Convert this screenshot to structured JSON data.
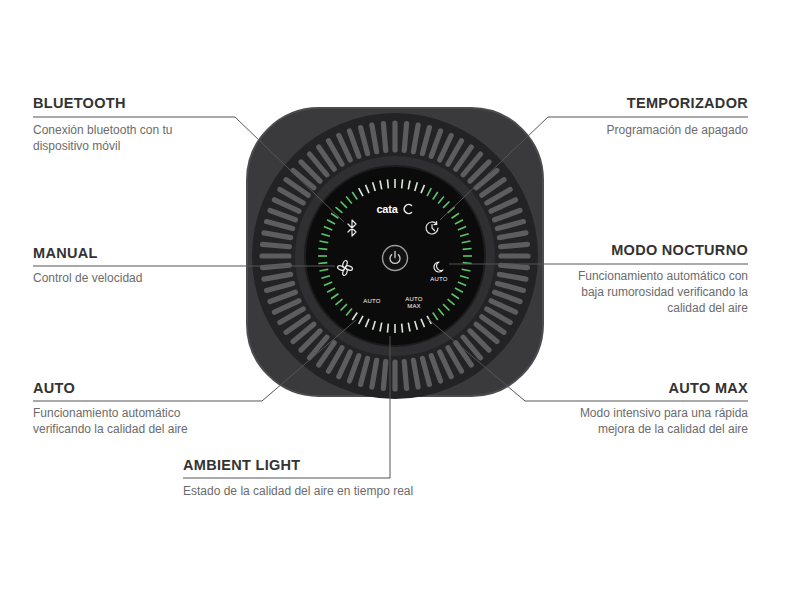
{
  "diagram": {
    "labels": [
      "BLUETOOTH",
      "Conexión bluetooth con tu dispositivo móvil",
      "TEMPORIZADOR",
      "Programación de apagado",
      "cata",
      "MANUAL",
      "Control de velocidad",
      "MODO NOCTURNO",
      "Funcionamiento automático con baja rumorosidad verificando la calidad del aire",
      "AUTO",
      "AUTO",
      "AUTO MAX",
      "AUTO",
      "Funcionamiento automático verificando la calidad del aire",
      "AUTO MAX",
      "Modo intensivo para una rápida mejora de la calidad del aire",
      "AMBIENT LIGHT",
      "Estado de la calidad del aire en tiempo real"
    ]
  }
}
